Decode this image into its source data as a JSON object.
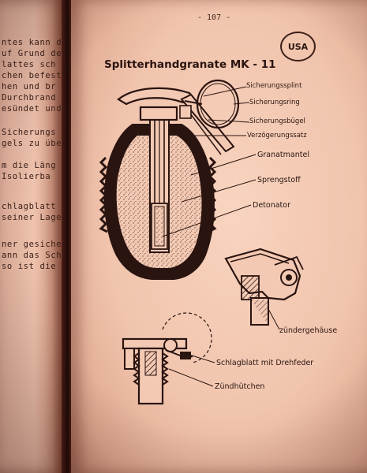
{
  "right_page": {
    "page_number": "- 107 -",
    "badge": "USA",
    "title": "Splitterhandgranate MK - 11",
    "labels": {
      "sicherungssplint": "Sicherungssplint",
      "sicherungsring": "Sicherungsring",
      "sicherungsbuegel": "Sicherungsbügel",
      "verzoegerungssatz": "Verzögerungssatz",
      "granatmantel": "Granatmantel",
      "sprengstoff": "Sprengstoff",
      "detonator": "Detonator",
      "zuendergehaeuse": "zündergehäuse",
      "schlagblatt": "Schlagblatt mit Drehfeder",
      "zuendhuetchen": "Zündhütchen"
    }
  },
  "left_page": {
    "lines": [
      "ntes kann d",
      "uf Grund de",
      "lattes sch",
      "chen befest",
      "hen und br",
      "Durchbrand",
      "esündet und",
      "Sicherungs",
      "gels zu übe",
      "m die Läng",
      "Isolierba",
      "chlagblatt l",
      "seiner Lage",
      "ner gesiche",
      "ann das Sch",
      "so ist die"
    ]
  },
  "colors": {
    "paper": "#f1c4ad",
    "ink": "#2a1410"
  }
}
